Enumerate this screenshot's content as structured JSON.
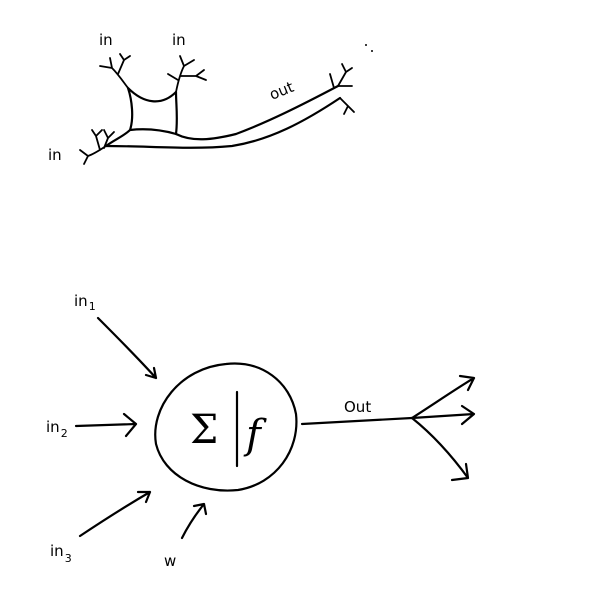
{
  "neuron": {
    "input_labels": [
      "in",
      "in",
      "in"
    ],
    "output_label": "out"
  },
  "perceptron": {
    "inputs": [
      {
        "base": "in",
        "sub": "1"
      },
      {
        "base": "in",
        "sub": "2"
      },
      {
        "base": "in",
        "sub": "3"
      }
    ],
    "weight_label": "w",
    "sum_symbol": "Σ",
    "activation_symbol": "f",
    "output_label": "Out"
  }
}
